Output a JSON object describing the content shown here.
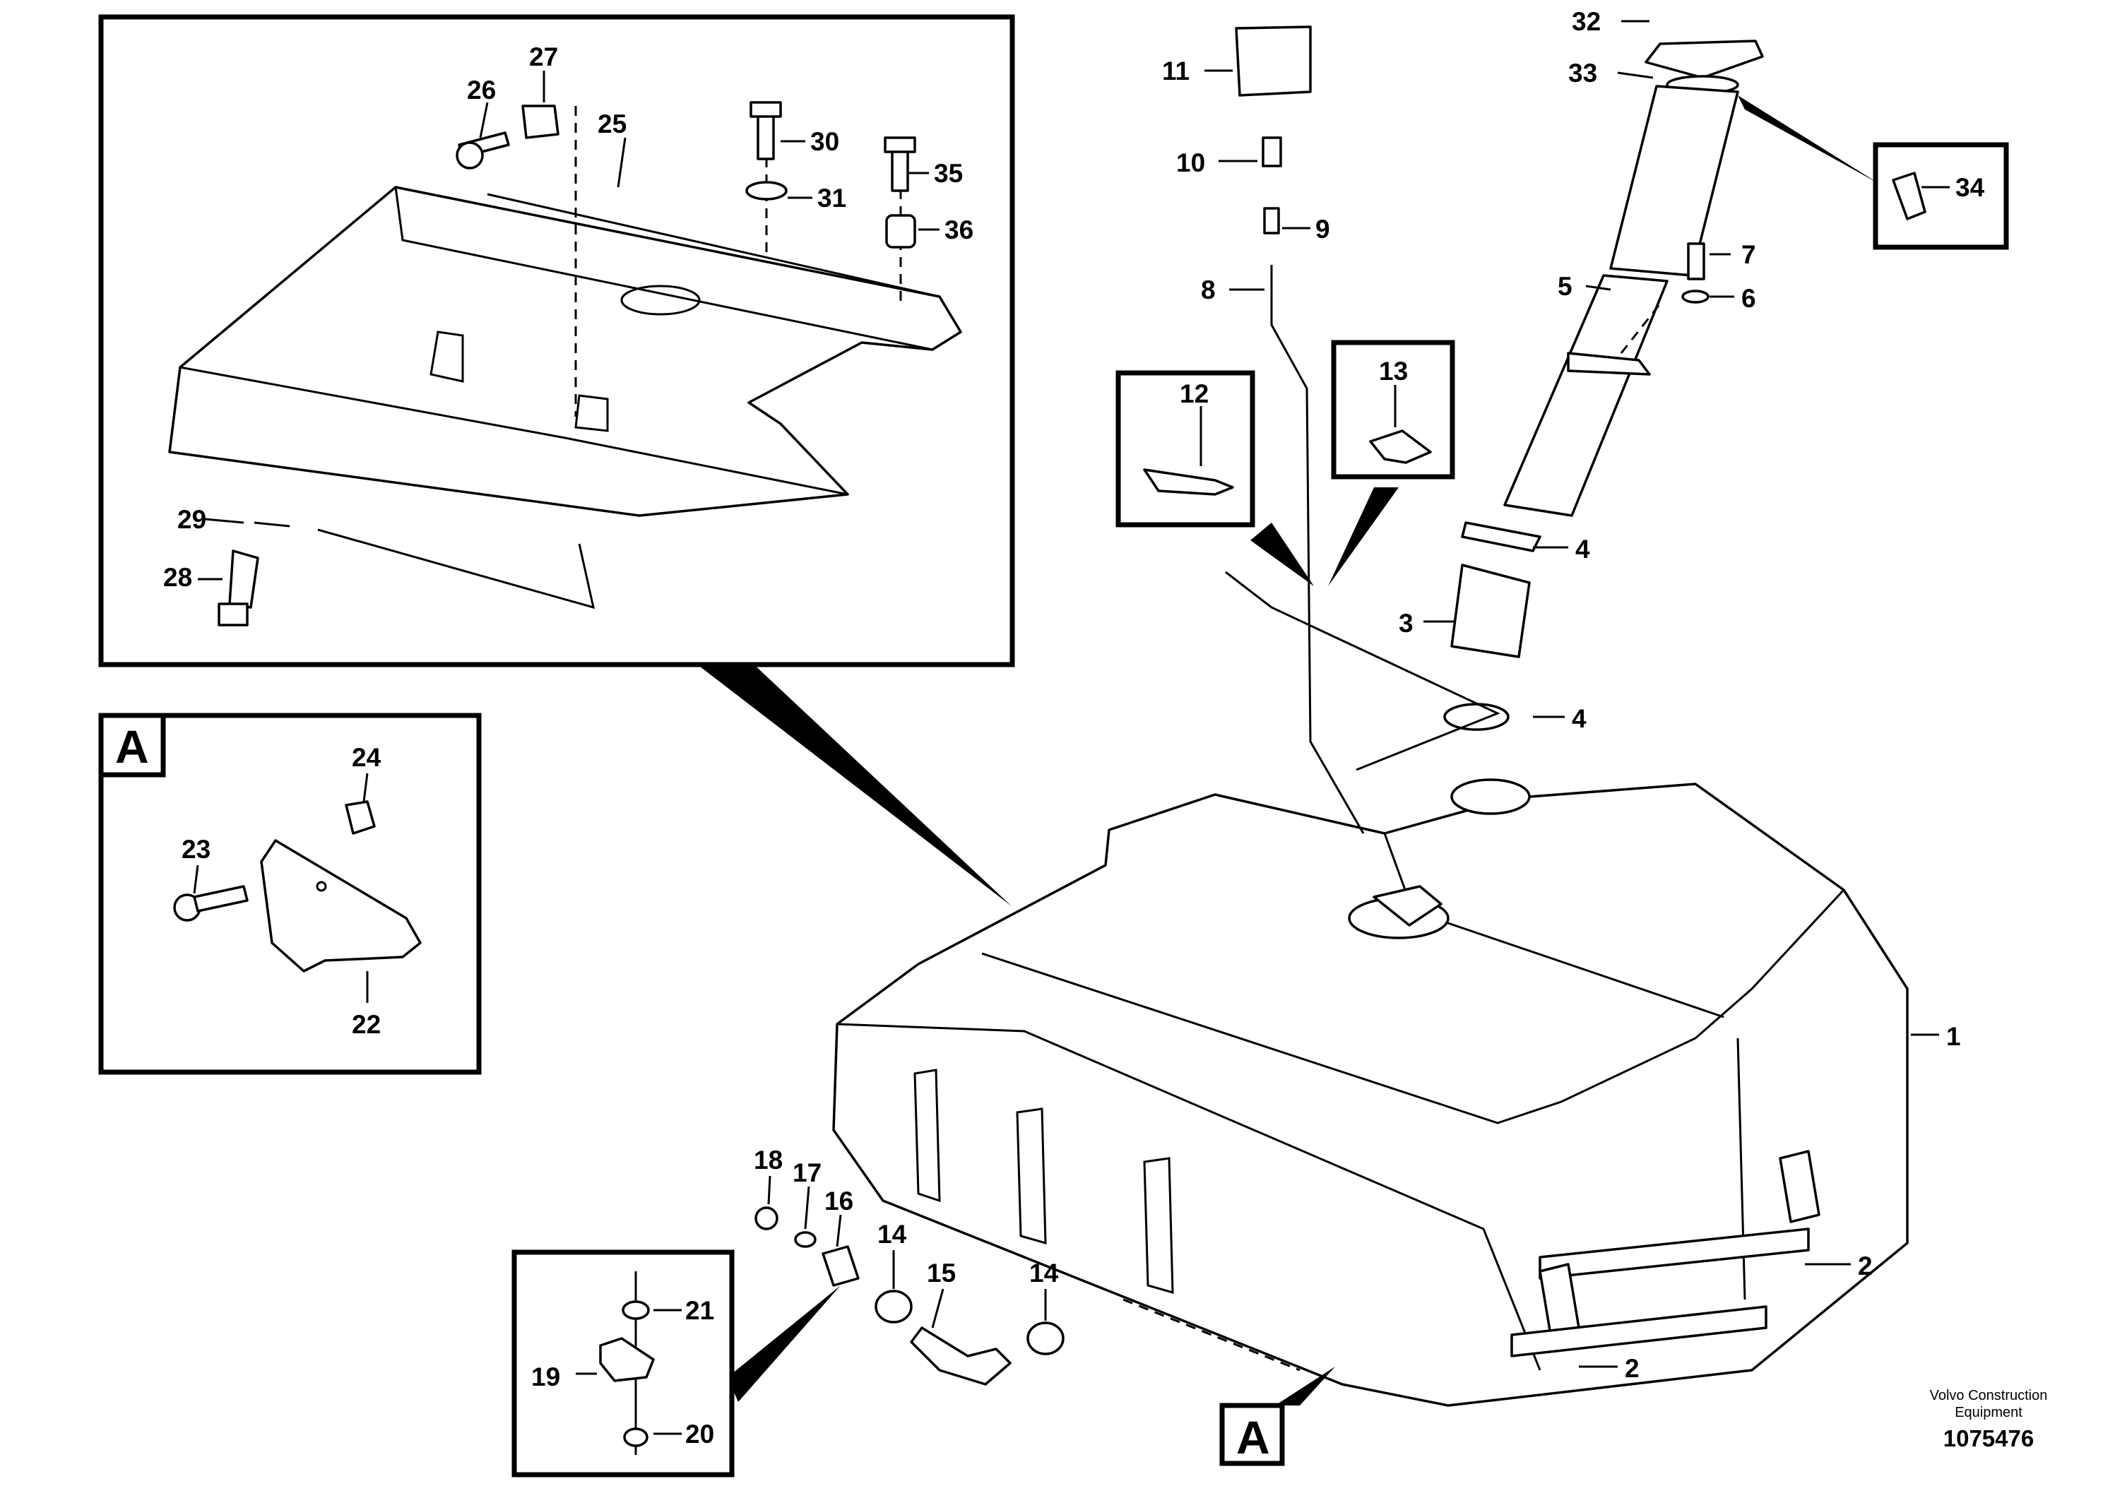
{
  "labels": [
    "1",
    "2",
    "2",
    "3",
    "4",
    "4",
    "5",
    "6",
    "7",
    "8",
    "9",
    "10",
    "11",
    "12",
    "13",
    "14",
    "14",
    "15",
    "16",
    "17",
    "18",
    "19",
    "20",
    "21",
    "22",
    "23",
    "24",
    "25",
    "26",
    "27",
    "28",
    "29",
    "30",
    "31",
    "32",
    "33",
    "34",
    "35",
    "36"
  ],
  "view_markers": {
    "detail_box": "A",
    "tank_callout": "A"
  },
  "footer": {
    "brand_line1": "Volvo Construction",
    "brand_line2": "Equipment",
    "doc_number": "1075476"
  }
}
